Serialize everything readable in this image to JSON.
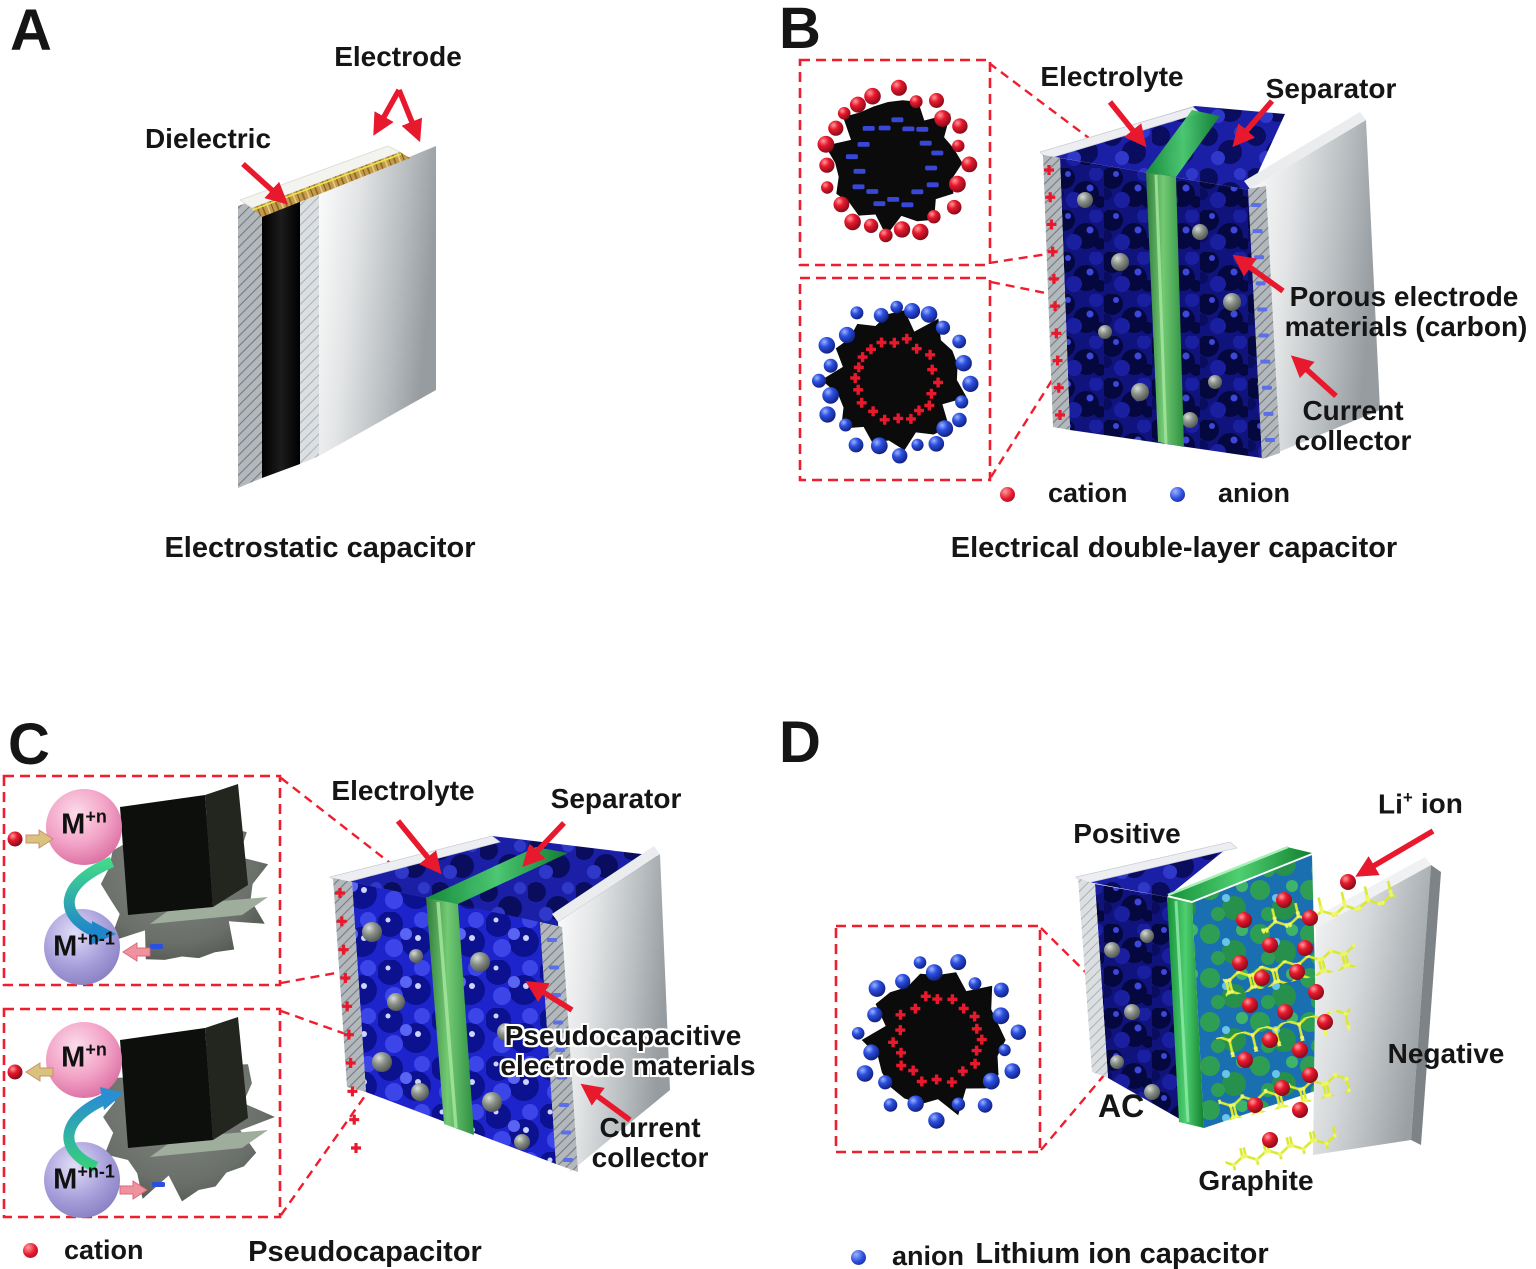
{
  "figure": {
    "background": "#ffffff"
  },
  "colors": {
    "accent_red": "#e8182d",
    "cation": "#e8182d",
    "anion": "#2b4fe0",
    "separator_green": "#3aa54a",
    "electrode_blue": "#10137c",
    "metal_silver": "#c6cacd",
    "graphite_yellow": "#d9e92f",
    "dielectric_gold": "#c49a4c"
  },
  "panels": {
    "a": {
      "letter": "A",
      "labels": {
        "electrode": "Electrode",
        "dielectric": "Dielectric"
      },
      "caption": "Electrostatic capacitor"
    },
    "b": {
      "letter": "B",
      "labels": {
        "electrolyte": "Electrolyte",
        "separator": "Separator",
        "porous_line1": "Porous electrode",
        "porous_line2": "materials (carbon)",
        "current_line1": "Current",
        "current_line2": "collector"
      },
      "legend": [
        {
          "icon": "cation-dot",
          "label": "cation"
        },
        {
          "icon": "anion-dot",
          "label": "anion"
        }
      ],
      "caption": "Electrical double-layer capacitor"
    },
    "c": {
      "letter": "C",
      "labels": {
        "electrolyte": "Electrolyte",
        "separator": "Separator",
        "pseudo_line1": "Pseudocapacitive",
        "pseudo_line2": "electrode materials",
        "current_line1": "Current",
        "current_line2": "collector"
      },
      "ions": {
        "oxidized_base": "M",
        "oxidized_sup": "+n",
        "reduced_base": "M",
        "reduced_sup": "+n-1"
      },
      "legend": [
        {
          "icon": "cation-dot",
          "label": "cation"
        }
      ],
      "caption": "Pseudocapacitor"
    },
    "d": {
      "letter": "D",
      "labels": {
        "positive": "Positive",
        "li_base": "Li",
        "li_sup": "+",
        "li_rest": "ion",
        "ac": "AC",
        "negative": "Negative",
        "graphite": "Graphite"
      },
      "legend": [
        {
          "icon": "anion-dot",
          "label": "anion"
        }
      ],
      "caption": "Lithium ion capacitor"
    }
  }
}
